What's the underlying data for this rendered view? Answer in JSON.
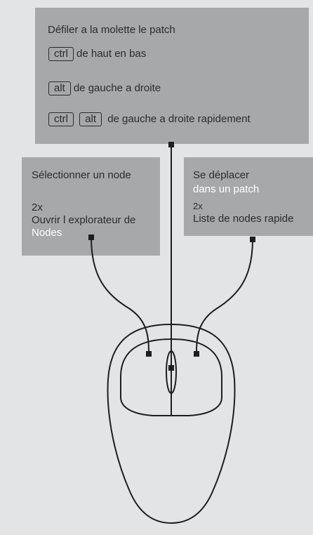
{
  "top": {
    "title": "Défiler a la molette  le patch",
    "row1": {
      "key": "ctrl",
      "text": "de haut en bas"
    },
    "row2": {
      "key": "alt",
      "text": "de gauche a droite"
    },
    "row3": {
      "key1": "ctrl",
      "key2": "alt",
      "text": "de gauche a droite rapidement"
    }
  },
  "left": {
    "title": "Sélectionner un node",
    "count": "2x",
    "action": "Ouvrir l explorateur de",
    "action_highlight": "Nodes"
  },
  "right": {
    "title": "Se déplacer",
    "subtitle": "dans un patch",
    "count": "2x",
    "action": "Liste de nodes rapide"
  },
  "colors": {
    "background": "#e3e4e6",
    "box": "#a7a8aa",
    "text": "#2b2b2b",
    "highlight": "#ffffff",
    "line": "#1e1e1e"
  }
}
